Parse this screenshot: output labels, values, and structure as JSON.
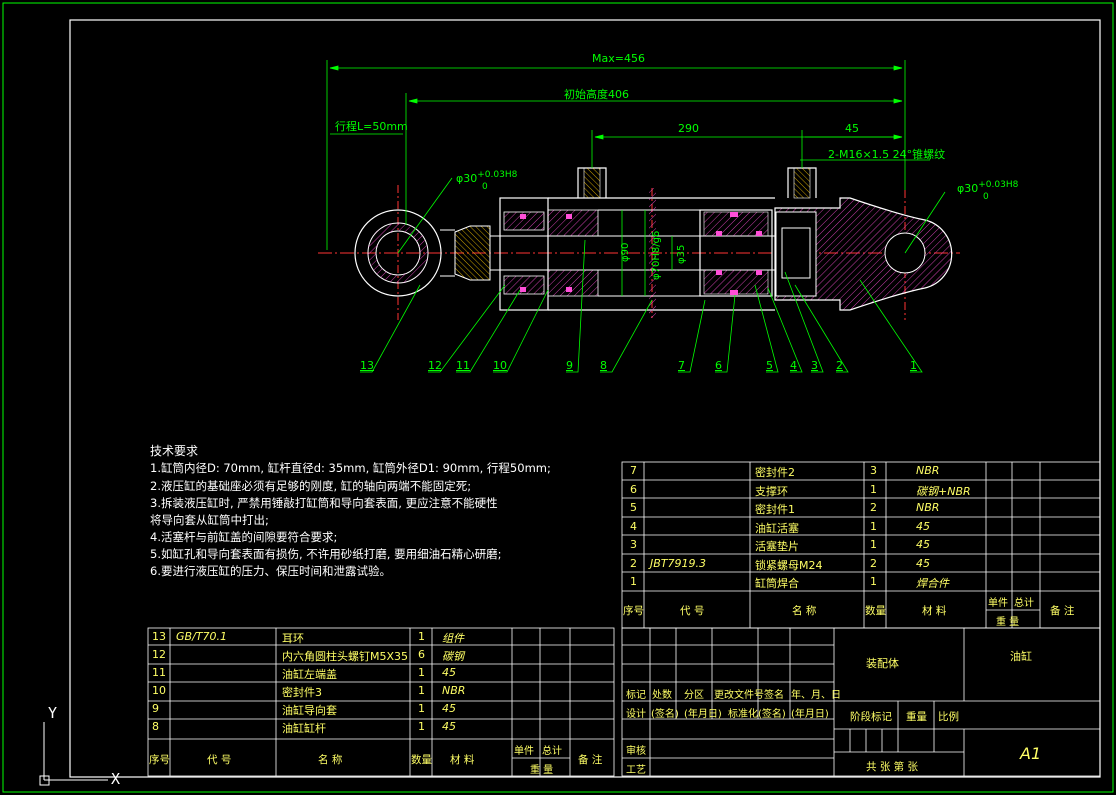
{
  "colors": {
    "background": "#000000",
    "frame": "#ffffff",
    "dimension": "#00ff00",
    "hatch": "#ff4fd8",
    "centerline": "#ff3333",
    "text": "#ffffff",
    "table_text": "#ffff66"
  },
  "dimensions": {
    "max_len": "Max=456",
    "init_height": "初始高度406",
    "stroke": "行程L=50mm",
    "d290": "290",
    "d45": "45",
    "thread": "2-M16×1.5 24°锥螺纹",
    "hole_left": "φ30",
    "hole_left_tol_up": "+0.03H8",
    "hole_left_tol_low": "0",
    "hole_right": "φ30",
    "hole_right_tol_up": "+0.03H8",
    "hole_right_tol_low": "0",
    "d90": "φ90",
    "d70": "φ70H8/g6",
    "d35": "φ35"
  },
  "balloons": [
    "13",
    "12",
    "11",
    "10",
    "9",
    "8",
    "7",
    "6",
    "5",
    "4",
    "3",
    "2",
    "1"
  ],
  "notes": {
    "title": "技术要求",
    "items": [
      "1.缸筒内径D: 70mm, 缸杆直径d: 35mm, 缸筒外径D1: 90mm, 行程50mm;",
      "2.液压缸的基础座必须有足够的刚度, 缸的轴向两端不能固定死;",
      "3.拆装液压缸时, 严禁用锤敲打缸筒和导向套表面, 更应注意不能硬性",
      "将导向套从缸筒中打出;",
      "4.活塞杆与前缸盖的间隙要符合要求;",
      "5.如缸孔和导向套表面有损伤, 不许用砂纸打磨, 要用细油石精心研磨;",
      "6.要进行液压缸的压力、保压时间和泄露试验。"
    ]
  },
  "bom_upper": {
    "rows": [
      {
        "no": "7",
        "code": "",
        "name": "密封件2",
        "qty": "3",
        "mat": "NBR"
      },
      {
        "no": "6",
        "code": "",
        "name": "支撑环",
        "qty": "1",
        "mat": "碳钢+NBR"
      },
      {
        "no": "5",
        "code": "",
        "name": "密封件1",
        "qty": "2",
        "mat": "NBR"
      },
      {
        "no": "4",
        "code": "",
        "name": "油缸活塞",
        "qty": "1",
        "mat": "45"
      },
      {
        "no": "3",
        "code": "",
        "name": "活塞垫片",
        "qty": "1",
        "mat": "45"
      },
      {
        "no": "2",
        "code": "JBT7919.3",
        "name": "锁紧螺母M24",
        "qty": "2",
        "mat": "45"
      },
      {
        "no": "1",
        "code": "",
        "name": "缸筒焊合",
        "qty": "1",
        "mat": "焊合件"
      }
    ],
    "header": {
      "no": "序号",
      "code": "代  号",
      "name": "名  称",
      "qty": "数量",
      "mat": "材  料",
      "unit": "单件",
      "total": "总计",
      "weight": "重  量",
      "remark": "备  注"
    }
  },
  "bom_lower": {
    "rows": [
      {
        "no": "13",
        "code": "GB/T70.1",
        "name": "耳环",
        "qty": "1",
        "mat": "组件"
      },
      {
        "no": "12",
        "code": "",
        "name": "内六角圆柱头螺钉M5X35",
        "qty": "6",
        "mat": "碳钢"
      },
      {
        "no": "11",
        "code": "",
        "name": "油缸左端盖",
        "qty": "1",
        "mat": "45"
      },
      {
        "no": "10",
        "code": "",
        "name": "密封件3",
        "qty": "1",
        "mat": "NBR"
      },
      {
        "no": "9",
        "code": "",
        "name": "油缸导向套",
        "qty": "1",
        "mat": "45"
      },
      {
        "no": "8",
        "code": "",
        "name": "油缸缸杆",
        "qty": "1",
        "mat": "45"
      }
    ],
    "header": {
      "no": "序号",
      "code": "代  号",
      "name": "名  称",
      "qty": "数量",
      "mat": "材  料",
      "unit": "单件",
      "total": "总计",
      "weight": "重  量",
      "remark": "备  注"
    }
  },
  "title_block": {
    "assembly": "装配体",
    "title": "油缸",
    "rev_headers": [
      "标记",
      "处数",
      "分区",
      "更改文件号",
      "签名",
      "年、月、日"
    ],
    "design": "设计",
    "sign1": "(签名)",
    "date1": "(年月日)",
    "std": "标准化",
    "sign2": "(签名)",
    "date2": "(年月日)",
    "stage": "阶段标记",
    "weight": "重量",
    "scale": "比例",
    "check": "审核",
    "craft": "工艺",
    "sheets": "共  张  第  张",
    "size": "A1"
  },
  "ucs": {
    "y": "Y",
    "x": "X"
  }
}
